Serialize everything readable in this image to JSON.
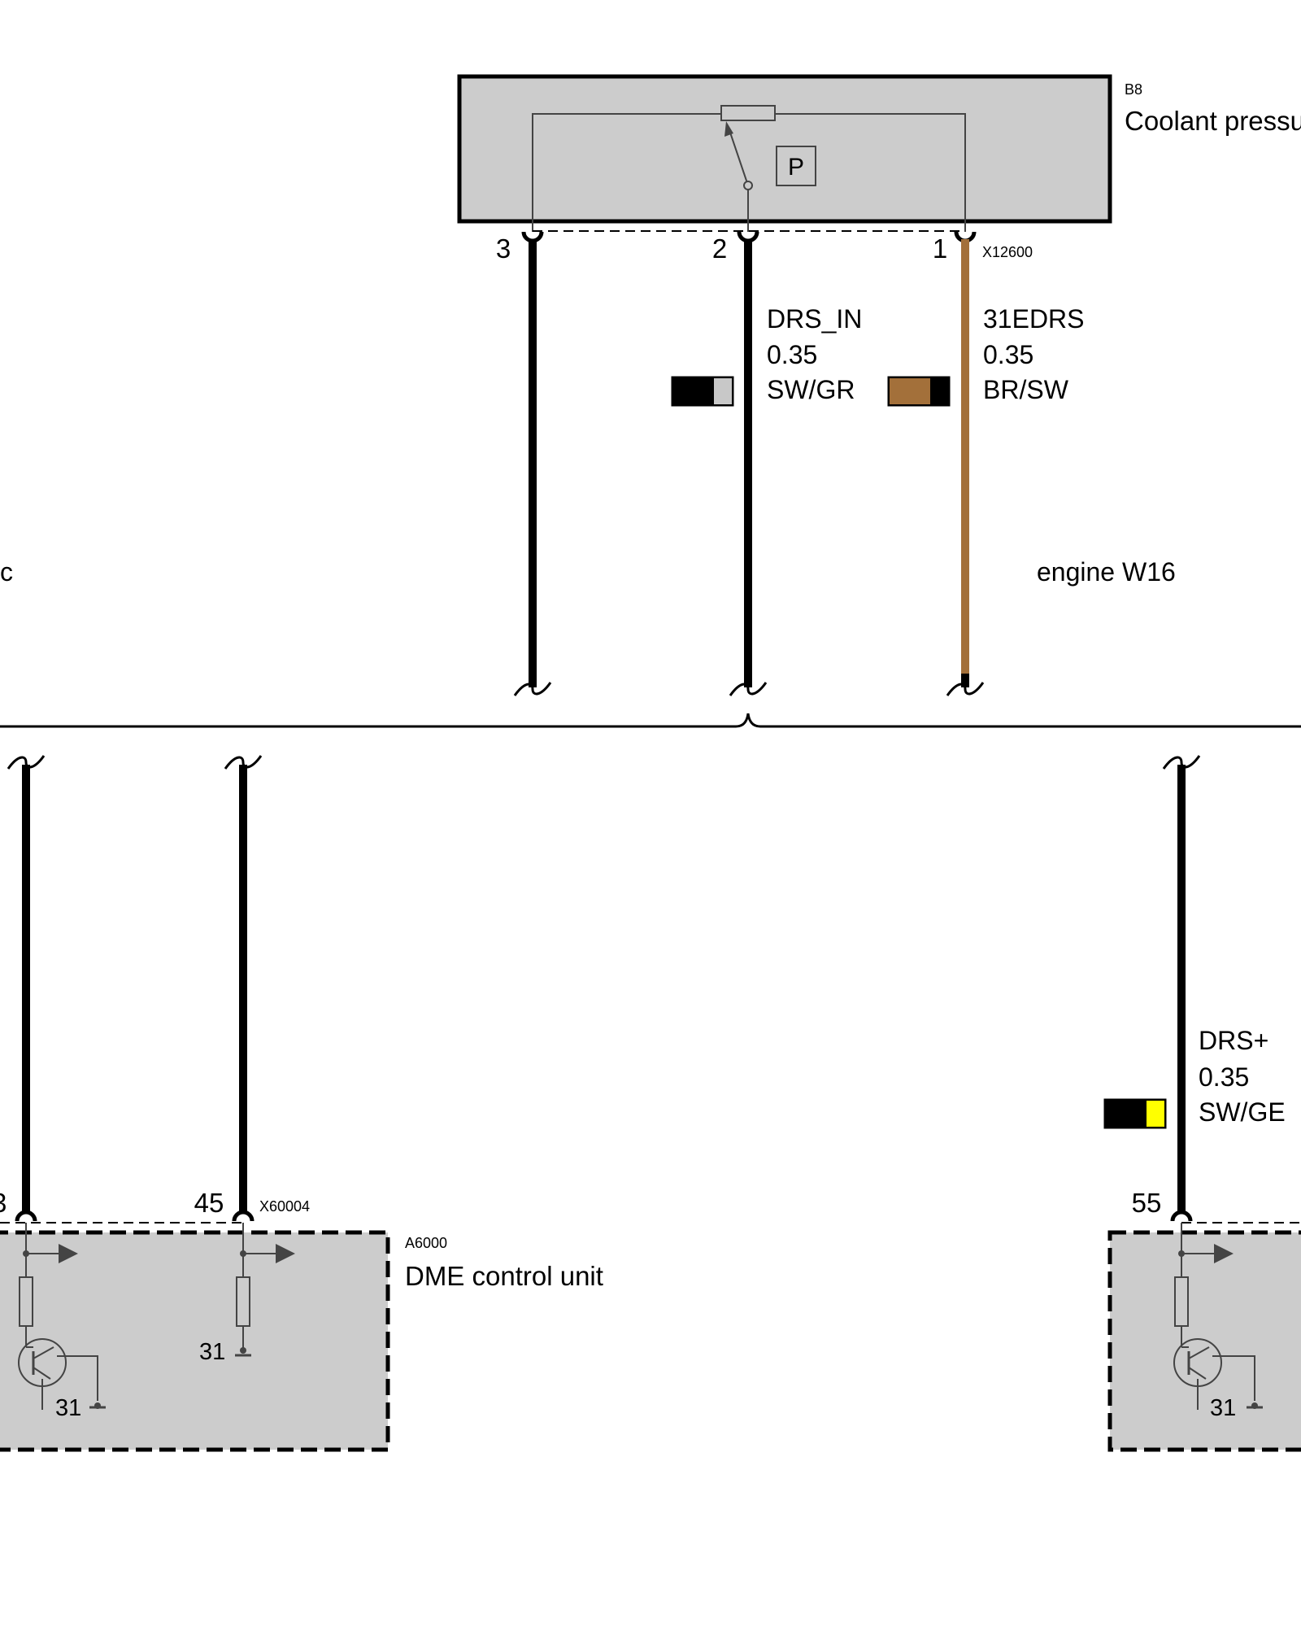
{
  "sensor": {
    "ref": "B8",
    "name": "Coolant pressu",
    "connector": "X12600",
    "pins": [
      "3",
      "2",
      "1"
    ],
    "pressure_symbol": "P"
  },
  "wires_top": [
    {
      "signal": "DRS_IN",
      "gauge": "0.35",
      "color_code": "SW/GR",
      "swatch": [
        "#000000",
        "#c8c8c8"
      ]
    },
    {
      "signal": "31EDRS",
      "gauge": "0.35",
      "color_code": "BR/SW",
      "swatch": [
        "#a3703a",
        "#000000"
      ]
    }
  ],
  "left_edge_label": "c",
  "harness_label": "engine W16",
  "control_unit": {
    "ref": "A6000",
    "name": "DME control unit",
    "connector": "X60004",
    "pin_left_partial": "3",
    "pin_45": "45",
    "ground_labels": [
      "31",
      "31",
      "31"
    ]
  },
  "wire_right": {
    "signal": "DRS+",
    "gauge": "0.35",
    "color_code": "SW/GE",
    "pin": "55",
    "swatch": [
      "#000000",
      "#ffff00"
    ]
  },
  "colors": {
    "component_fill": "#cccccc",
    "wire_black": "#000000",
    "wire_brown": "#a3703a",
    "symbol_gray": "#444444"
  }
}
